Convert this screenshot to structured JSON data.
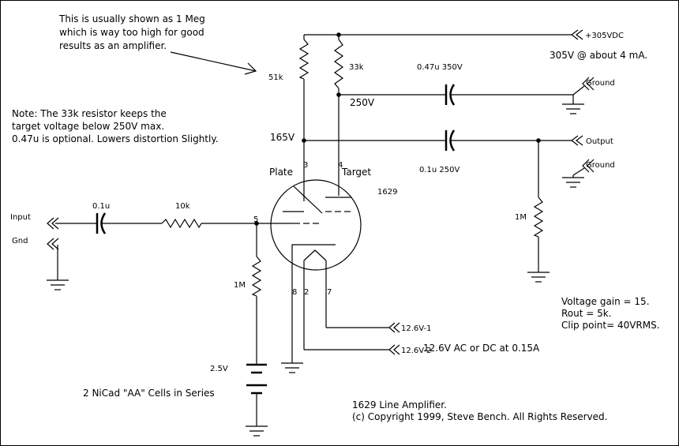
{
  "note_top": [
    "This is usually shown as 1 Meg",
    "which is way too high for good",
    "results as an amplifier."
  ],
  "note_left": [
    "Note: The 33k resistor keeps the",
    "target voltage below 250V max.",
    "0.47u is optional. Lowers distortion Slightly."
  ],
  "labels": {
    "r51k": "51k",
    "r33k": "33k",
    "v250": "250V",
    "v165": "165V",
    "c047": "0.47u 350V",
    "c01out": "0.1u 250V",
    "supply": "+305VDC",
    "supply_note": "305V @ about 4 mA.",
    "ground1": "Ground",
    "ground2": "Ground",
    "output": "Output",
    "plate": "Plate",
    "target": "Target",
    "pin3": "3",
    "pin4": "4",
    "pin5": "5",
    "pin8": "8",
    "pin2": "2",
    "pin7": "7",
    "tube": "1629",
    "input": "Input",
    "gnd": "Gnd",
    "c01in": "0.1u",
    "r10k": "10k",
    "r1m_grid": "1M",
    "r1m_out": "1M",
    "v25": "2.5V",
    "cells": "2 NiCad \"AA\" Cells in Series",
    "h1": "12.6V-1",
    "h2": "12.6V-2",
    "heater_note": "12.6V AC or DC at 0.15A"
  },
  "specs": [
    "Voltage gain = 15.",
    "Rout = 5k.",
    "Clip point= 40VRMS."
  ],
  "footer": [
    "1629 Line Amplifier.",
    "(c) Copyright 1999, Steve Bench. All Rights Reserved."
  ]
}
